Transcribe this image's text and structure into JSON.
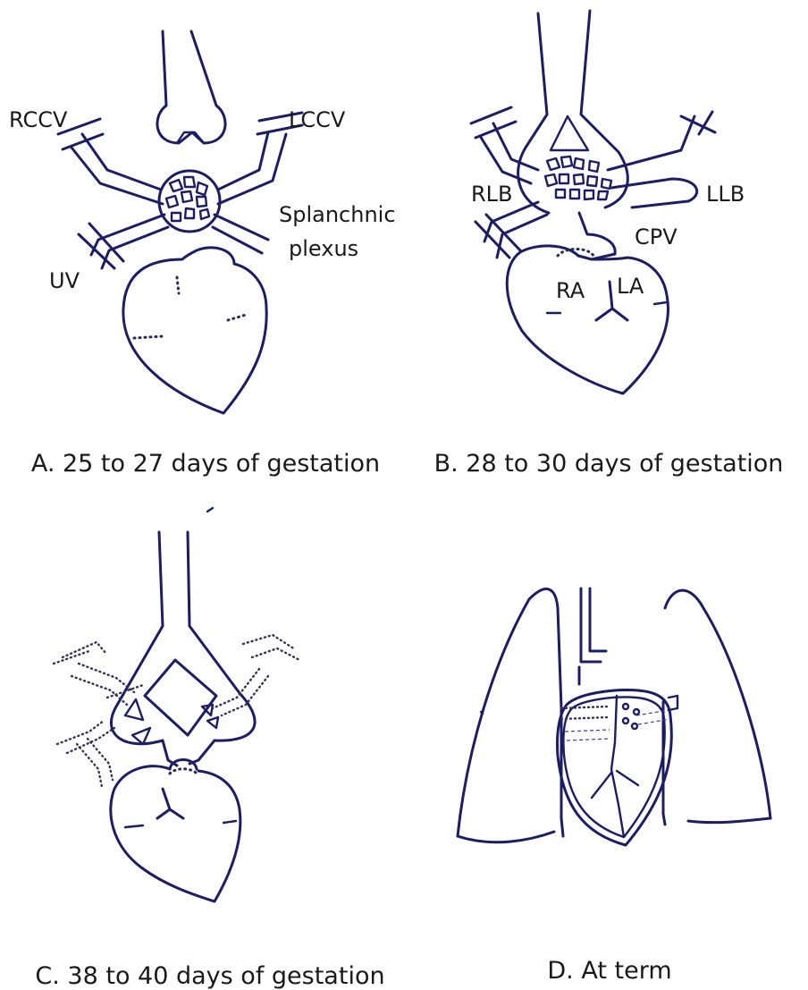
{
  "panels": {
    "a": {
      "caption": "A. 25 to 27 days of gestation",
      "labels": {
        "rccv": "RCCV",
        "lccv": "LCCV",
        "splanchnic": "Splanchnic",
        "plexus": "plexus",
        "uv": "UV"
      }
    },
    "b": {
      "caption": "B. 28 to 30 days of gestation",
      "labels": {
        "rlb": "RLB",
        "llb": "LLB",
        "cpv": "CPV",
        "ra": "RA",
        "la": "LA"
      }
    },
    "c": {
      "caption": "C. 38 to 40 days of gestation"
    },
    "d": {
      "caption": "D. At term"
    }
  },
  "colors": {
    "ink": "#1d1d66",
    "text": "#1a1a1a",
    "background": "#ffffff"
  }
}
